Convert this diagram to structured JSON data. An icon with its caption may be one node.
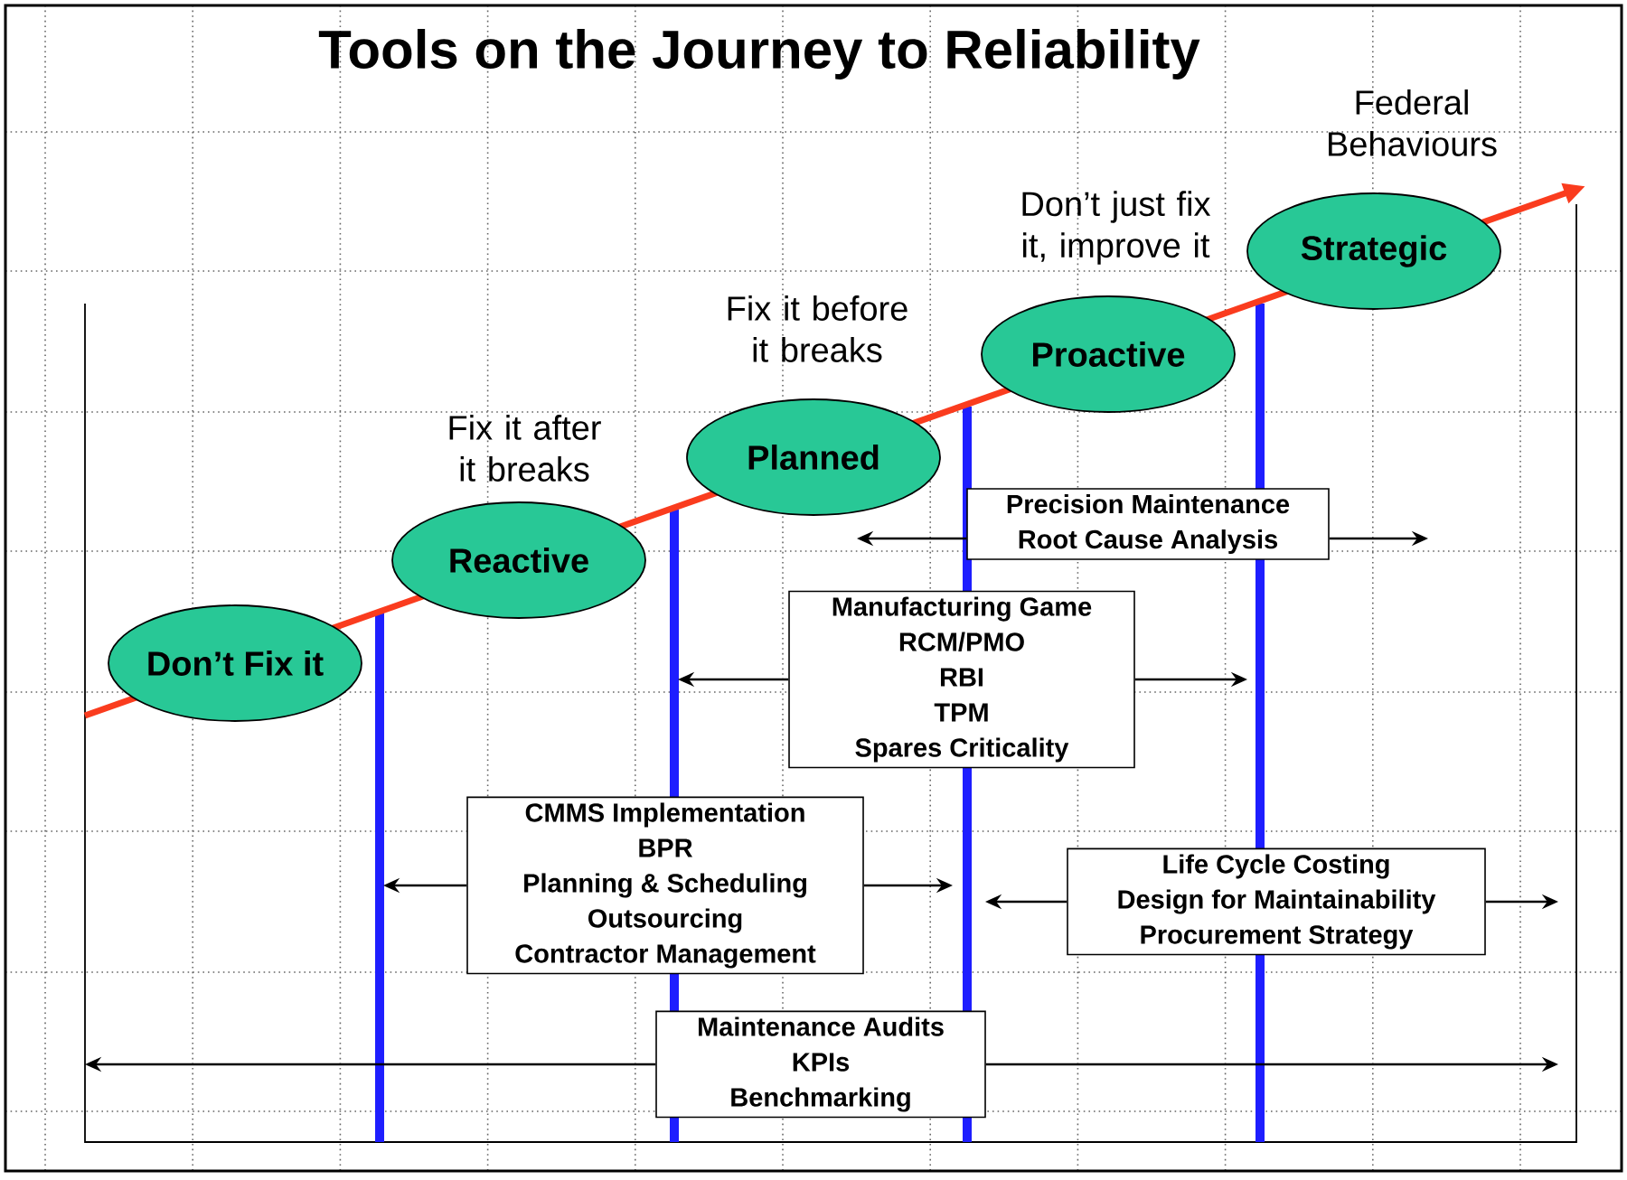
{
  "diagram": {
    "title": "Tools on the Journey to Reliability",
    "nodes": [
      {
        "text": [
          "Don’t Fix it"
        ]
      },
      {
        "text": [
          "Reactive"
        ],
        "beside": [
          "Fix it after it breaks"
        ]
      },
      {
        "text": [
          "Planned"
        ],
        "beside": [
          "Fix it before it breaks"
        ]
      },
      {
        "text": [
          "Proactive"
        ],
        "beside": [
          "Don’t just fix it, improve it"
        ]
      },
      {
        "text": [
          "Strategic"
        ],
        "beside": [
          "Federal Behaviours"
        ]
      },
      {
        "text": [
          "Precision Maintenance",
          "Root Cause Analysis"
        ]
      },
      {
        "text": [
          "Manufacturing Game",
          "RCM/PMO",
          "RBI",
          "TPM",
          "Spares Criticality"
        ]
      },
      {
        "text": [
          "CMMS Implementation",
          "BPR",
          "Planning & Scheduling",
          "Outsourcing",
          "Contractor Management"
        ]
      },
      {
        "text": [
          "Life Cycle Costing",
          "Design for Maintainability",
          "Procurement Strategy"
        ]
      },
      {
        "text": [
          "Maintenance Audits",
          "KPIs",
          "Benchmarking"
        ]
      }
    ],
    "edges": [
      {
        "from": 5,
        "to": null,
        "arrow": "to"
      },
      {
        "from": 5,
        "to": null,
        "arrow": "to"
      },
      {
        "from": 6,
        "to": null,
        "arrow": "to"
      },
      {
        "from": 6,
        "to": null,
        "arrow": "to"
      },
      {
        "from": 7,
        "to": null,
        "arrow": "to"
      },
      {
        "from": 7,
        "to": null,
        "arrow": "to"
      },
      {
        "from": 8,
        "to": null,
        "arrow": "to"
      },
      {
        "from": 8,
        "to": null,
        "arrow": "to"
      },
      {
        "from": 9,
        "to": null,
        "arrow": "to"
      },
      {
        "from": 9,
        "to": null,
        "arrow": "to"
      }
    ]
  }
}
